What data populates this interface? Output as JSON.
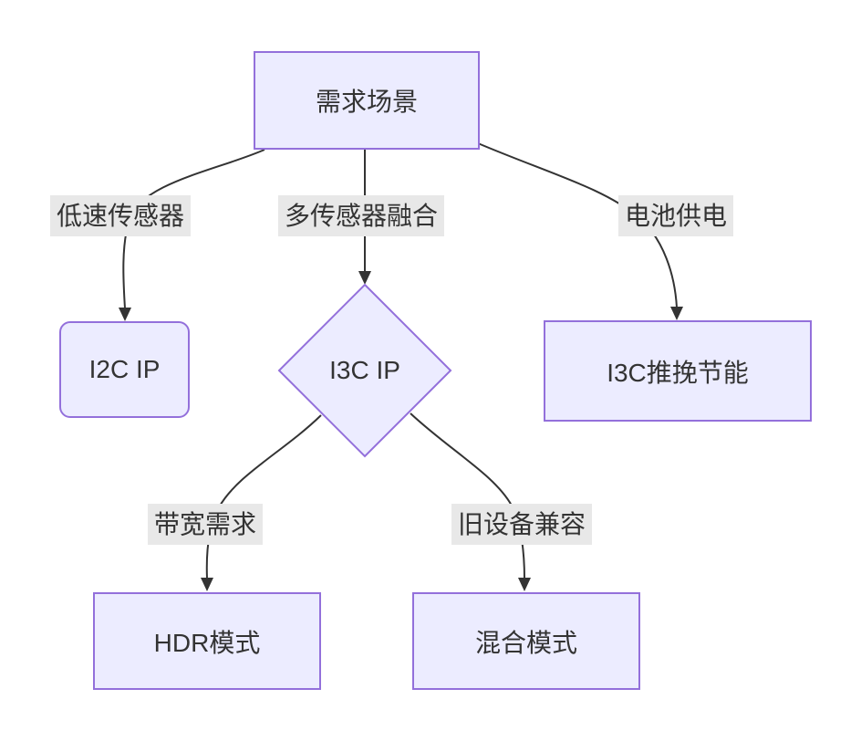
{
  "colors": {
    "node_fill": "#ECECFF",
    "node_border": "#9370DB",
    "edge": "#333333",
    "label_bg": "#e8e8e8",
    "text": "#333333"
  },
  "diagram": {
    "type": "flowchart",
    "direction": "top-down",
    "nodes": [
      {
        "id": "demand",
        "label": "需求场景",
        "shape": "rect"
      },
      {
        "id": "i2c",
        "label": "I2C IP",
        "shape": "rounded-rect"
      },
      {
        "id": "i3c",
        "label": "I3C IP",
        "shape": "diamond"
      },
      {
        "id": "pushpull",
        "label": "I3C推挽节能",
        "shape": "rect"
      },
      {
        "id": "hdr",
        "label": "HDR模式",
        "shape": "rect"
      },
      {
        "id": "mixed",
        "label": "混合模式",
        "shape": "rect"
      }
    ],
    "edges": [
      {
        "from": "需求场景",
        "to": "I2C IP",
        "label": "低速传感器"
      },
      {
        "from": "需求场景",
        "to": "I3C IP",
        "label": "多传感器融合"
      },
      {
        "from": "需求场景",
        "to": "I3C推挽节能",
        "label": "电池供电"
      },
      {
        "from": "I3C IP",
        "to": "HDR模式",
        "label": "带宽需求"
      },
      {
        "from": "I3C IP",
        "to": "混合模式",
        "label": "旧设备兼容"
      }
    ]
  }
}
